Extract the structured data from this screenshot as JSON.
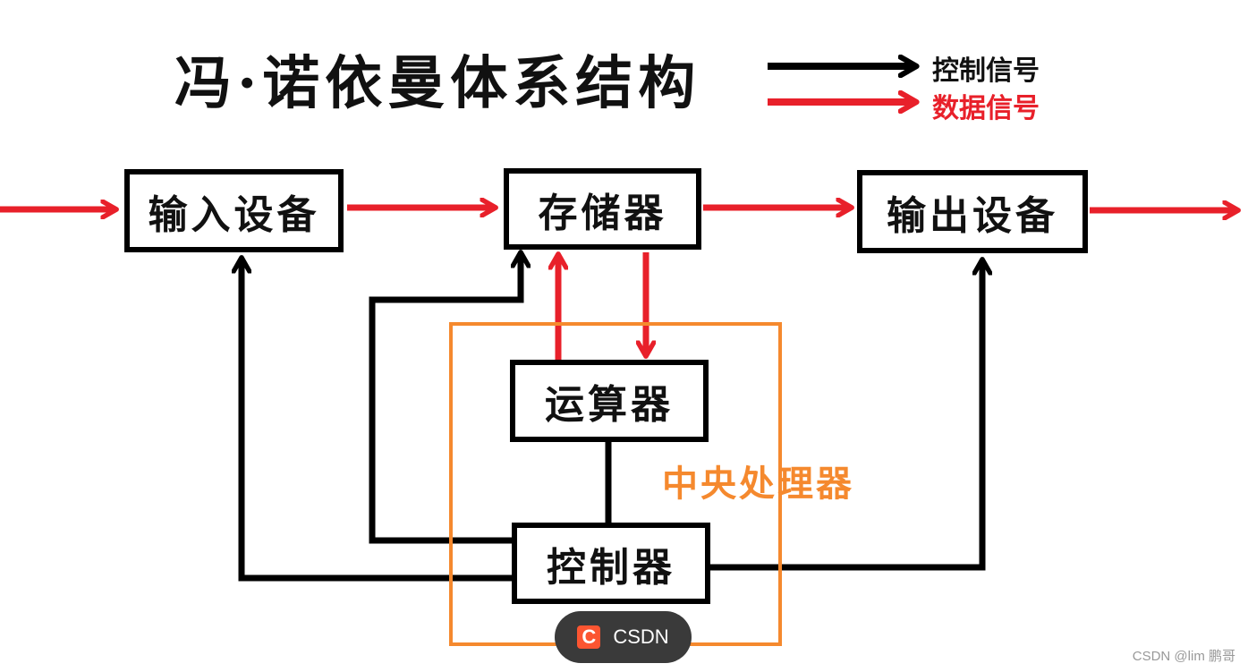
{
  "title": "冯·诺依曼体系结构",
  "legend": {
    "control_label": "控制信号",
    "data_label": "数据信号",
    "control_color": "#000000",
    "data_color": "#e8202a"
  },
  "nodes": {
    "input": "输入设备",
    "memory": "存储器",
    "output": "输出设备",
    "alu": "运算器",
    "controller": "控制器"
  },
  "cpu_label": "中央处理器",
  "cpu_color": "#f5892e",
  "badge": {
    "icon_letter": "C",
    "text": "CSDN"
  },
  "watermark": "CSDN @lim 鹏哥"
}
